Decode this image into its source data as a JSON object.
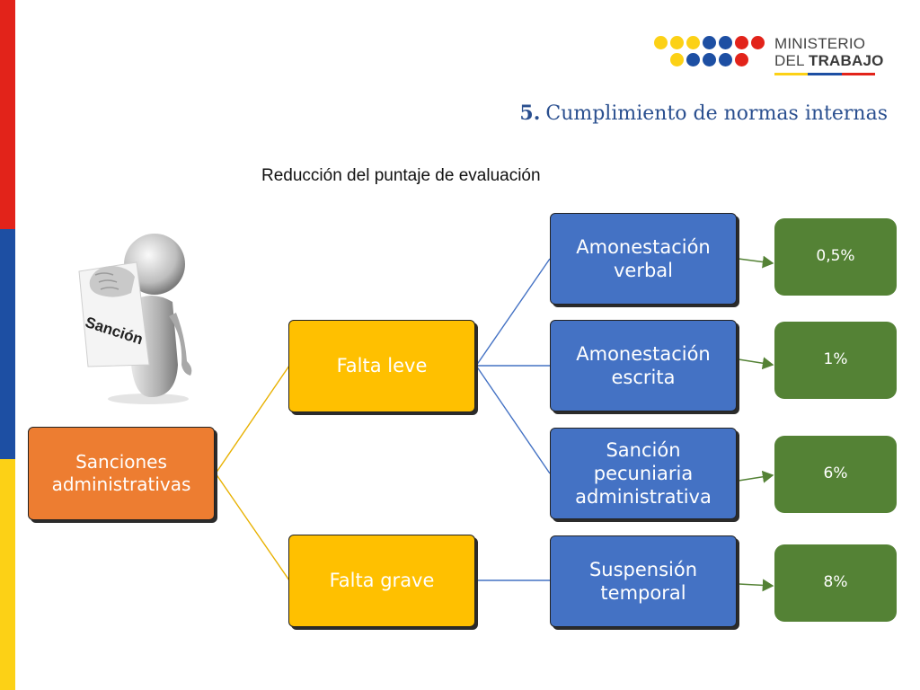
{
  "brand": {
    "name_line1": "MINISTERIO",
    "name_line2_a": "DEL",
    "name_line2_b": "TRABAJO",
    "flag_colors": [
      "#fcd116",
      "#1d4fa3",
      "#e2231a"
    ]
  },
  "slide": {
    "section_number": "5.",
    "section_title": "Cumplimiento de normas internas",
    "subtitle": "Reducción del puntaje de evaluación",
    "illustration_label": "Sanción"
  },
  "diagram": {
    "root": {
      "label": "Sanciones administrativas",
      "color": "#ed7d31"
    },
    "categories": [
      {
        "label": "Falta leve",
        "color": "#ffc000",
        "sanctions": [
          {
            "label": "Amonestación verbal",
            "reduction": "0,5%"
          },
          {
            "label": "Amonestación escrita",
            "reduction": "1%"
          },
          {
            "label": "Sanción pecuniaria administrativa",
            "reduction": "6%"
          }
        ]
      },
      {
        "label": "Falta grave",
        "color": "#ffc000",
        "sanctions": [
          {
            "label": "Suspensión temporal",
            "reduction": "8%"
          }
        ]
      }
    ],
    "colors": {
      "sanction": "#4472c4",
      "reduction": "#548235"
    }
  }
}
